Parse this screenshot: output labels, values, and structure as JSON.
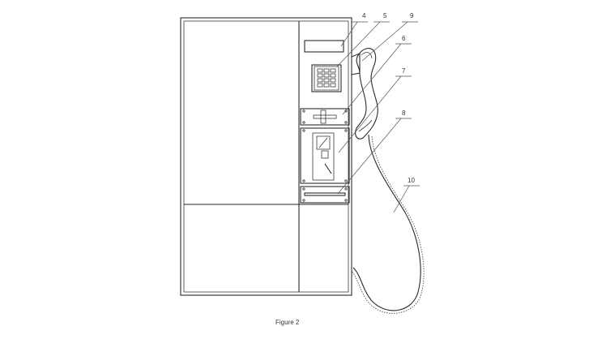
{
  "figure": {
    "caption": "Figure 2",
    "reference_numerals": {
      "n4": "4",
      "n5": "5",
      "n9": "9",
      "n6": "6",
      "n7": "7",
      "n8": "8",
      "n10": "10"
    }
  }
}
